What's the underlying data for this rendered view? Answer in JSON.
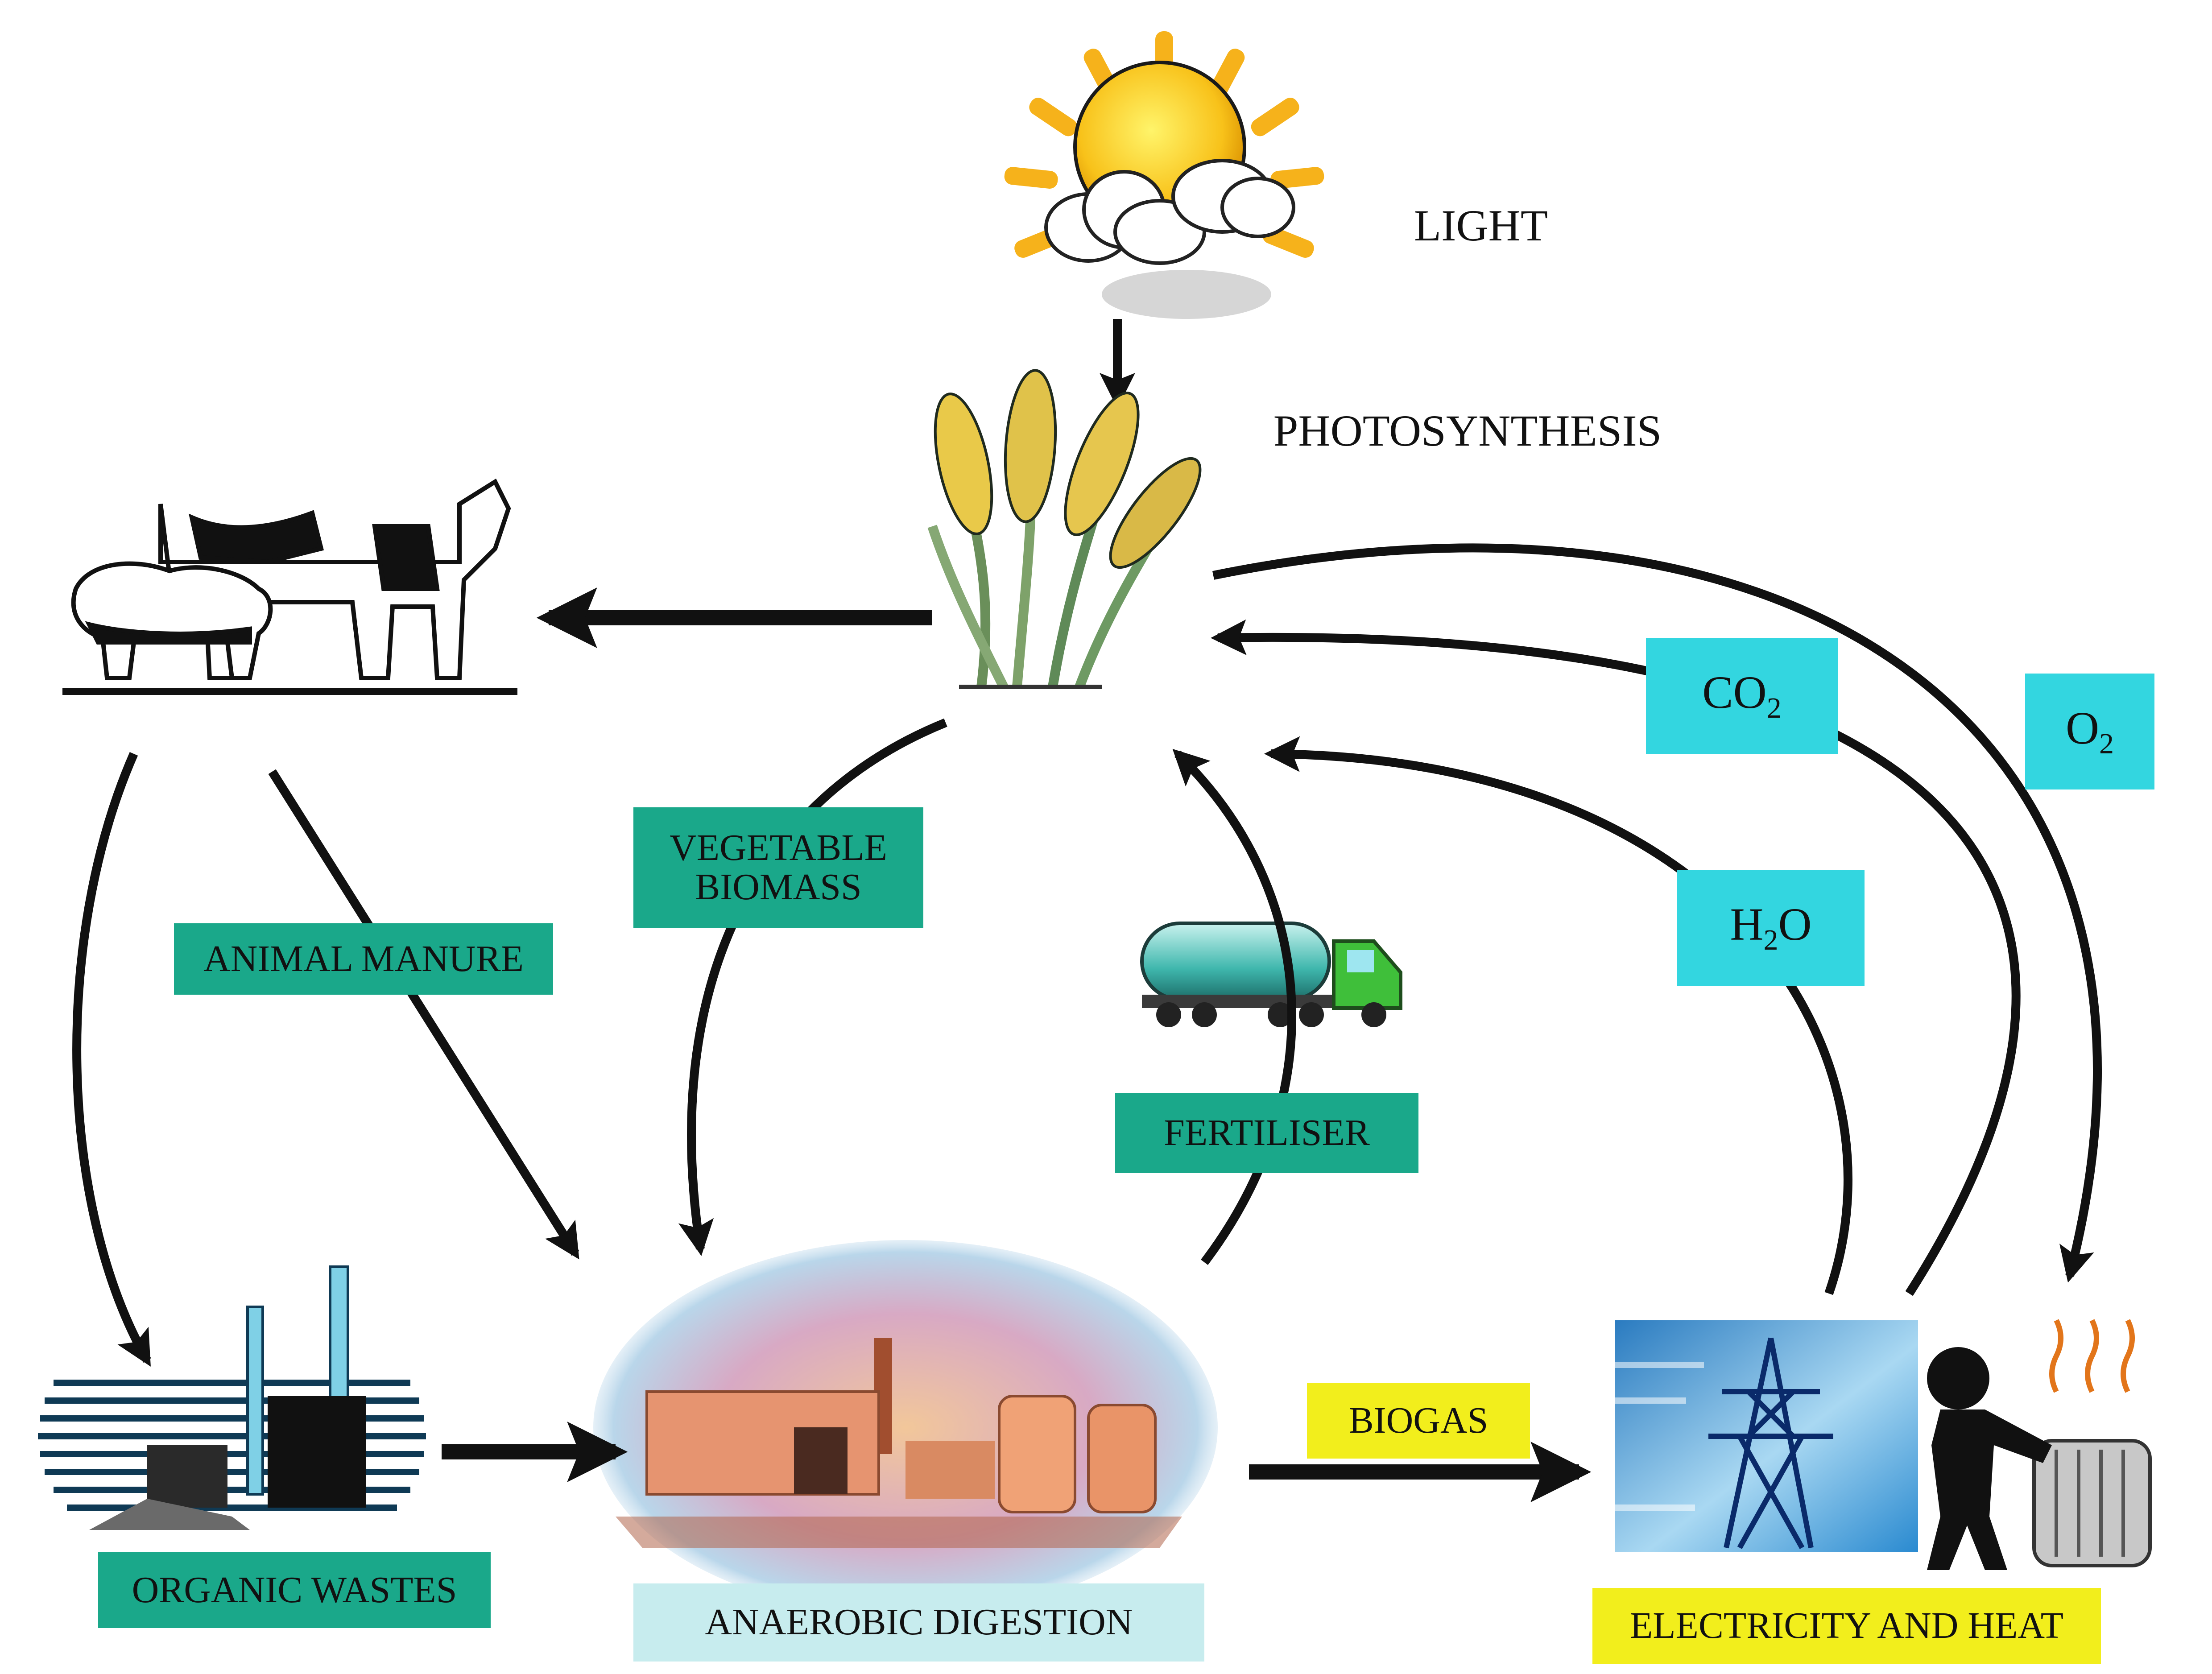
{
  "labels": {
    "light": "LIGHT",
    "photosynthesis": "PHOTOSYNTHESIS",
    "animal_manure": "ANIMAL MANURE",
    "vegetable_biomass_line1": "VEGETABLE",
    "vegetable_biomass_line2": "BIOMASS",
    "fertiliser": "FERTILISER",
    "organic_wastes": "ORGANIC WASTES",
    "anaerobic_digestion": "ANAEROBIC DIGESTION",
    "biogas": "BIOGAS",
    "electricity_and_heat": "ELECTRICITY AND HEAT"
  },
  "chem": {
    "co2_main": "CO",
    "co2_sub": "2",
    "o2_main": "O",
    "o2_sub": "2",
    "h2o_pre": "H",
    "h2o_sub": "2",
    "h2o_post": "O"
  },
  "colors": {
    "green": "#1aa88a",
    "cyan": "#33d6e0",
    "yellow": "#f2ee1c",
    "pale_blue": "#c7ecee",
    "arrow": "#111111"
  },
  "icons": [
    "sun-icon",
    "wheat-plant-icon",
    "livestock-icon",
    "tanker-truck-icon",
    "factory-icon",
    "biogas-plant-icon",
    "power-pylon-icon",
    "radiator-icon"
  ]
}
